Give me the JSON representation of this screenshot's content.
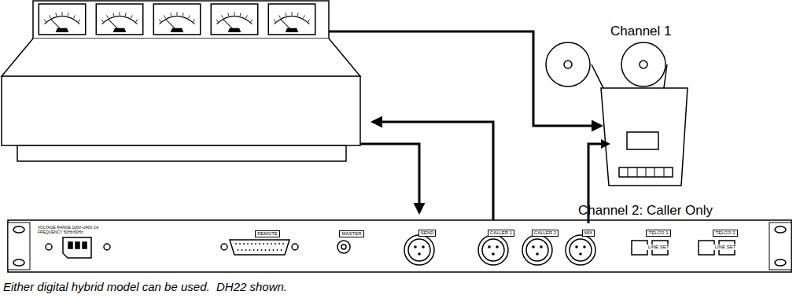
{
  "diagram": {
    "caption": "Either digital hybrid model can be used.  DH22 shown.",
    "nodes": [
      {
        "text": [
          "Channel 1",
          "Channel 2: Caller Only"
        ]
      },
      {
        "text": [
          "VOLTAGE RANGE 100V~240V 2A FREQUENCY 50Hz/60Hz"
        ]
      },
      {
        "text": [
          "REMOTE"
        ],
        "in": 1
      },
      {
        "text": [
          "MASTER"
        ],
        "in": 1
      },
      {
        "text": [
          "SEND"
        ],
        "in": 1
      },
      {
        "text": [
          "CALLER 1"
        ],
        "in": 1
      },
      {
        "text": [
          "CALLER 2"
        ],
        "in": 1
      },
      {
        "text": [
          "MIX"
        ],
        "in": 1
      },
      {
        "text": [
          "TELCO 1",
          "LINE SET"
        ],
        "in": 1
      },
      {
        "text": [
          "TELCO 2",
          "LINE SET"
        ],
        "in": 1
      }
    ],
    "edges": [
      {
        "from": 7,
        "to": 0,
        "arrow": "to"
      }
    ]
  }
}
